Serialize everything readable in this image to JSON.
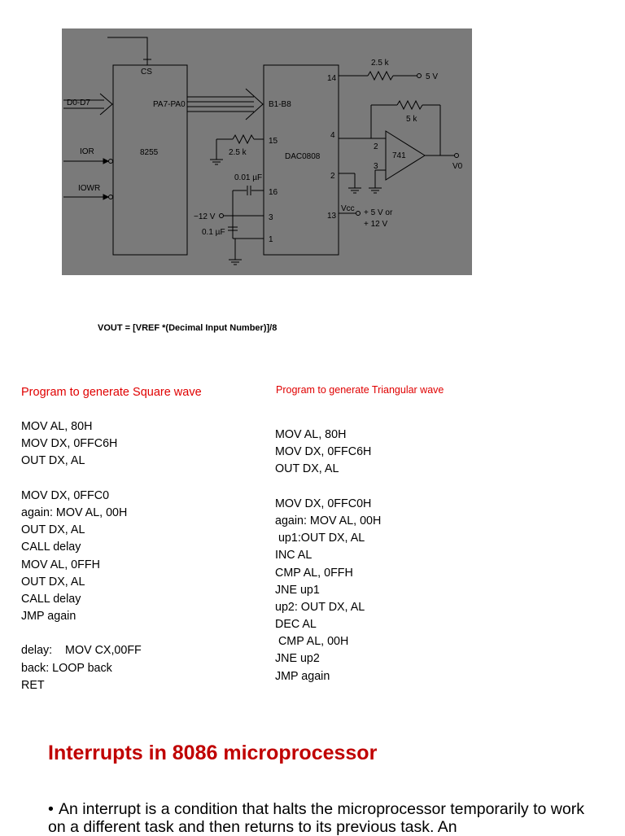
{
  "diagram": {
    "labels": {
      "cs": "CS",
      "data_in": "D0-D7",
      "ior": "IOR",
      "iowr": "IOWR",
      "ppi": "8255",
      "port": "PA7-PA0",
      "bbus": "B1-B8",
      "dac": "DAC0808",
      "pin14": "14",
      "pin4": "4",
      "pin2": "2",
      "pin15": "15",
      "pin16": "16",
      "pin3": "3",
      "pin1": "1",
      "pin13": "13",
      "r25_top": "2.5 k",
      "vref": "5 V",
      "r5k": "5 k",
      "opamp": "741",
      "op_pin2": "2",
      "op_pin3": "3",
      "vo": "V0",
      "r25_left": "2.5 k",
      "cap_001": "0.01 µF",
      "neg12": "−12 V",
      "cap_01": "0.1 µF",
      "vcc": "Vcc",
      "supply1": "+ 5 V or",
      "supply2": "+ 12 V"
    }
  },
  "formula": "VOUT = [VREF *(Decimal Input Number)]/8",
  "square": {
    "header": "Program to generate Square wave",
    "lines": [
      "MOV AL, 80H",
      "MOV DX, 0FFC6H",
      "OUT DX, AL",
      "",
      "MOV DX, 0FFC0",
      "again: MOV AL, 00H",
      "OUT DX, AL",
      "CALL delay",
      "MOV AL, 0FFH",
      "OUT DX, AL",
      "CALL delay",
      "JMP again",
      "",
      "delay:    MOV CX,00FF",
      "back: LOOP back",
      "RET"
    ]
  },
  "triangular": {
    "header": "Program to generate Triangular wave",
    "lines": [
      "MOV AL, 80H",
      "MOV DX, 0FFC6H",
      "OUT DX, AL",
      "",
      "MOV DX, 0FFC0H",
      "again: MOV AL, 00H",
      " up1:OUT DX, AL",
      "INC AL",
      "CMP AL, 0FFH",
      "JNE up1",
      "up2: OUT DX, AL",
      "DEC AL",
      " CMP AL, 00H",
      "JNE up2",
      "JMP again"
    ]
  },
  "section_title": "Interrupts in 8086 microprocessor",
  "paragraph": {
    "bullet": "•",
    "text": "An interrupt is a condition that halts the microprocessor temporarily to work on a different task and then returns to its previous task. An"
  }
}
